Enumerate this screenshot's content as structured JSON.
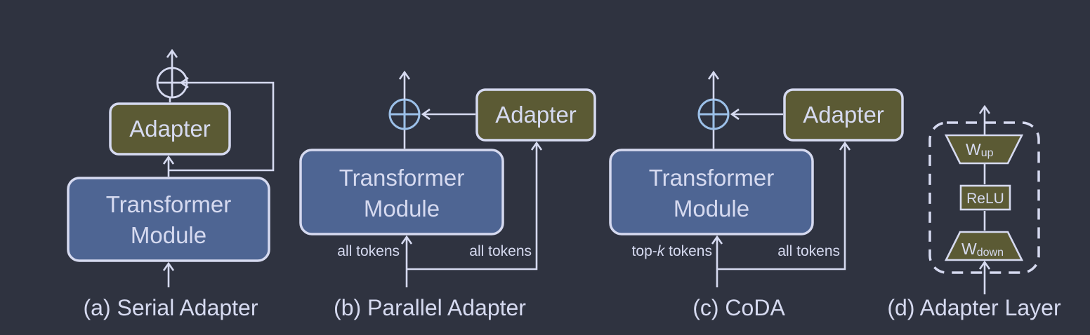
{
  "serial": {
    "adapter": "Adapter",
    "transformer_line1": "Transformer",
    "transformer_line2": "Module",
    "caption": "(a) Serial Adapter"
  },
  "parallel": {
    "adapter": "Adapter",
    "transformer_line1": "Transformer",
    "transformer_line2": "Module",
    "left_input": "all tokens",
    "right_input": "all tokens",
    "caption": "(b) Parallel Adapter"
  },
  "coda": {
    "adapter": "Adapter",
    "transformer_line1": "Transformer",
    "transformer_line2": "Module",
    "left_input_prefix": "top-",
    "left_input_k": "k",
    "left_input_suffix": " tokens",
    "right_input": "all tokens",
    "caption": "(c) CoDA"
  },
  "adapter_layer": {
    "up_base": "W",
    "up_sub": "up",
    "relu": "ReLU",
    "down_base": "W",
    "down_sub": "down",
    "caption": "(d) Adapter Layer"
  },
  "colors": {
    "background": "#2f3340",
    "transformer_fill": "#4e6593",
    "adapter_fill": "#5b5a34",
    "line": "#d6daf0",
    "plus_blue": "#9cc0e8"
  }
}
